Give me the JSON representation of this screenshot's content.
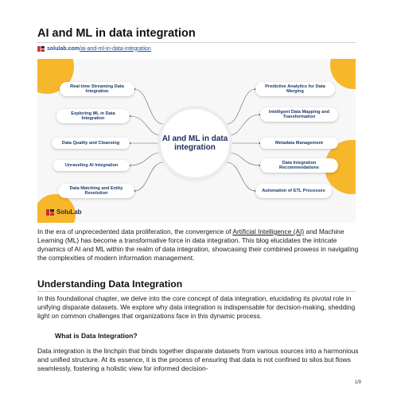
{
  "document": {
    "title": "AI and ML in data integration",
    "source_domain": "solulab.com",
    "source_path": "/ai-and-ml-in-data-integration",
    "page_number": "1/9"
  },
  "infographic": {
    "center_label": "AI and ML in data integration",
    "brand": "SoluLab",
    "left_nodes": [
      "Real-time Streaming Data Integration",
      "Exploring ML in Data Integration",
      "Data Quality and Cleansing",
      "Unraveling AI Integration",
      "Data Matching and Entity Resolution"
    ],
    "right_nodes": [
      "Predictive Analytics for Data Merging",
      "Intelligent Data Mapping and Transformation",
      "Metadata Management",
      "Data Integration Recommendations",
      "Automation of ETL Processes"
    ],
    "colors": {
      "accent": "#f6b72b",
      "node_text": "#1b3a6b",
      "brand_red": "#d42a2a"
    }
  },
  "intro": {
    "text_1": "In the era of unprecedented data proliferation, the convergence of ",
    "link": "Artificial Intelligence (AI)",
    "text_2": " and Machine Learning (ML) has become a transformative force in data integration. This blog elucidates the intricate dynamics of AI and ML within the realm of data integration, showcasing their combined prowess in navigating the complexities of modern information management."
  },
  "section": {
    "heading": "Understanding Data Integration",
    "paragraph": "In this foundational chapter, we delve into the core concept of data integration, elucidating its pivotal role in unifying disparate datasets. We explore why data integration is indispensable for decision-making, shedding light on common challenges that organizations face in this dynamic process.",
    "subheading": "What is Data Integration?",
    "paragraph_2": "Data integration is the linchpin that binds together disparate datasets from various sources into a harmonious and unified structure. At its essence, it is the process of ensuring that data is not confined to silos but flows seamlessly, fostering a holistic view for informed decision-"
  }
}
